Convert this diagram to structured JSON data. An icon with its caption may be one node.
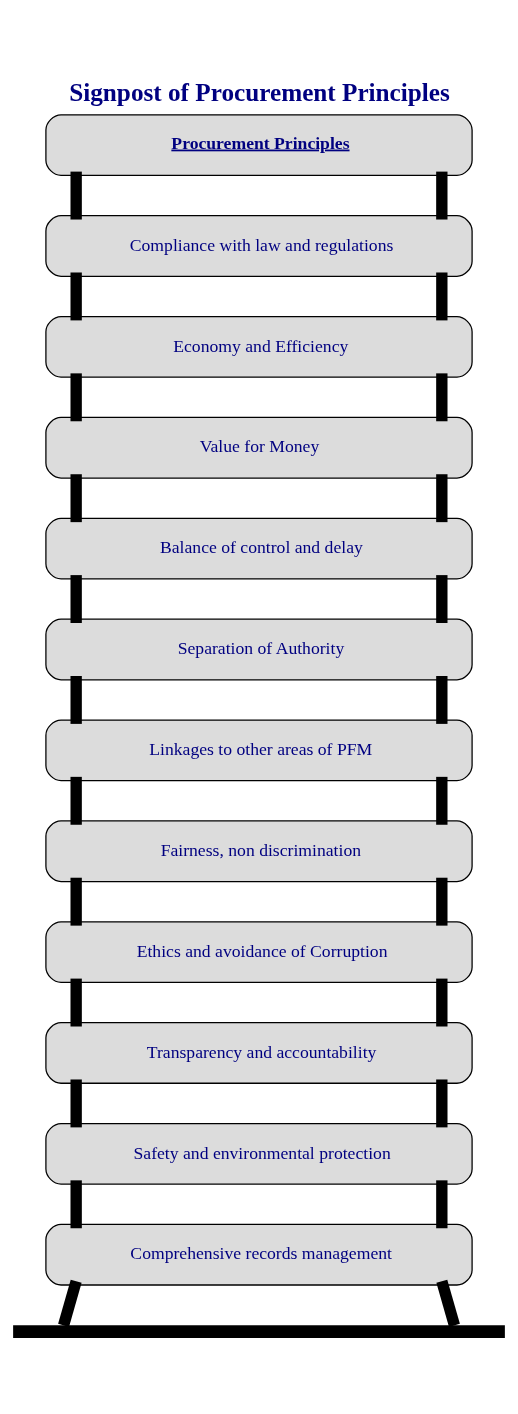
{
  "diagram": {
    "title": "Signpost of Procurement Principles",
    "nodes": [
      {
        "text": [
          "Procurement Principles"
        ]
      },
      {
        "text": [
          "Compliance with law and regulations"
        ]
      },
      {
        "text": [
          "Economy and Efficiency"
        ]
      },
      {
        "text": [
          "Value for Money"
        ]
      },
      {
        "text": [
          "Balance of control and delay"
        ]
      },
      {
        "text": [
          "Separation of Authority"
        ]
      },
      {
        "text": [
          "Linkages to other areas of PFM"
        ]
      },
      {
        "text": [
          "Fairness, non discrimination"
        ]
      },
      {
        "text": [
          "Ethics and avoidance of Corruption"
        ]
      },
      {
        "text": [
          "Transparency and accountability"
        ]
      },
      {
        "text": [
          "Safety and environmental protection"
        ]
      },
      {
        "text": [
          "Comprehensive records management"
        ]
      },
      {
        "text": [],
        "shape": "bar"
      }
    ],
    "edges": [
      {
        "from": 0,
        "to": 1,
        "arrow": "none"
      },
      {
        "from": 0,
        "to": 1,
        "arrow": "none"
      },
      {
        "from": 1,
        "to": 2,
        "arrow": "none"
      },
      {
        "from": 1,
        "to": 2,
        "arrow": "none"
      },
      {
        "from": 2,
        "to": 3,
        "arrow": "none"
      },
      {
        "from": 2,
        "to": 3,
        "arrow": "none"
      },
      {
        "from": 3,
        "to": 4,
        "arrow": "none"
      },
      {
        "from": 3,
        "to": 4,
        "arrow": "none"
      },
      {
        "from": 4,
        "to": 5,
        "arrow": "none"
      },
      {
        "from": 4,
        "to": 5,
        "arrow": "none"
      },
      {
        "from": 5,
        "to": 6,
        "arrow": "none"
      },
      {
        "from": 5,
        "to": 6,
        "arrow": "none"
      },
      {
        "from": 6,
        "to": 7,
        "arrow": "none"
      },
      {
        "from": 6,
        "to": 7,
        "arrow": "none"
      },
      {
        "from": 7,
        "to": 8,
        "arrow": "none"
      },
      {
        "from": 7,
        "to": 8,
        "arrow": "none"
      },
      {
        "from": 8,
        "to": 9,
        "arrow": "none"
      },
      {
        "from": 8,
        "to": 9,
        "arrow": "none"
      },
      {
        "from": 9,
        "to": 10,
        "arrow": "none"
      },
      {
        "from": 9,
        "to": 10,
        "arrow": "none"
      },
      {
        "from": 10,
        "to": 11,
        "arrow": "none"
      },
      {
        "from": 10,
        "to": 11,
        "arrow": "none"
      },
      {
        "from": 11,
        "to": 12,
        "arrow": "none"
      },
      {
        "from": 11,
        "to": 12,
        "arrow": "none"
      }
    ]
  }
}
